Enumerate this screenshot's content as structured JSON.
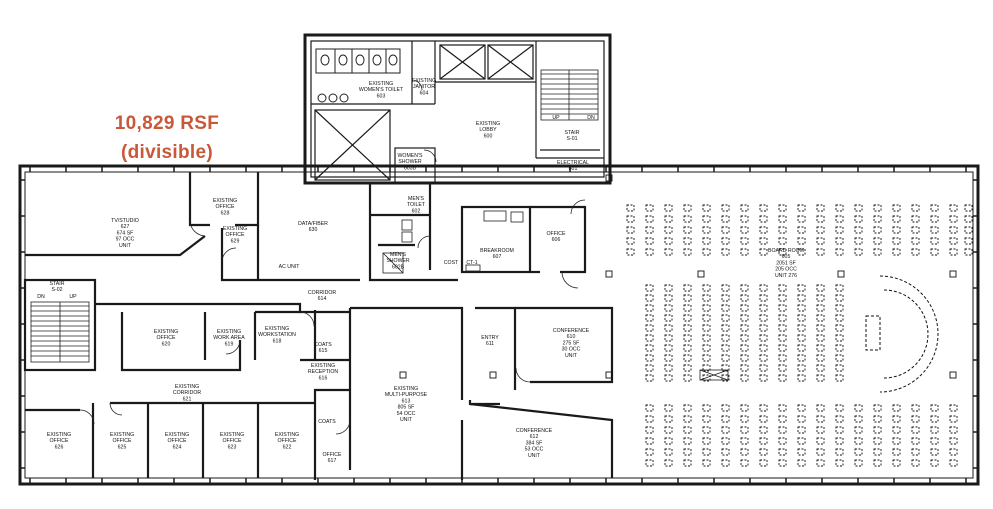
{
  "header": {
    "area": "10,829 RSF",
    "note": "(divisible)"
  },
  "rooms": [
    {
      "id": "tv",
      "lines": [
        "TV/STUDIO",
        "627",
        "674 SF",
        "97 OCC",
        "UNIT"
      ]
    },
    {
      "id": "o628",
      "lines": [
        "EXISTING",
        "OFFICE",
        "628"
      ]
    },
    {
      "id": "o629",
      "lines": [
        "EXISTING",
        "OFFICE",
        "629"
      ]
    },
    {
      "id": "data",
      "lines": [
        "DATA/FIBER",
        "630"
      ]
    },
    {
      "id": "acunit",
      "lines": [
        "AC UNIT"
      ]
    },
    {
      "id": "wtoilet",
      "lines": [
        "EXISTING",
        "WOMEN'S TOILET",
        "603"
      ]
    },
    {
      "id": "janitor",
      "lines": [
        "EXISTING",
        "JANITOR",
        "604"
      ]
    },
    {
      "id": "lobby",
      "lines": [
        "EXISTING",
        "LOBBY",
        "600"
      ]
    },
    {
      "id": "stair1",
      "lines": [
        "STAIR",
        "S-01"
      ]
    },
    {
      "id": "up1",
      "lines": [
        "UP"
      ]
    },
    {
      "id": "dn1",
      "lines": [
        "DN"
      ]
    },
    {
      "id": "electrical",
      "lines": [
        "ELECTRICAL",
        "601"
      ]
    },
    {
      "id": "wshower",
      "lines": [
        "WOMEN'S",
        "SHOWER",
        "603B"
      ]
    },
    {
      "id": "mtoilet",
      "lines": [
        "MEN'S",
        "TOILET",
        "602"
      ]
    },
    {
      "id": "mshower",
      "lines": [
        "MEN'S",
        "SHOWER",
        "602B"
      ]
    },
    {
      "id": "breakroom",
      "lines": [
        "BREAKROOM",
        "607"
      ]
    },
    {
      "id": "o606",
      "lines": [
        "OFFICE",
        "606"
      ]
    },
    {
      "id": "boardroom",
      "lines": [
        "BOARD ROOM",
        "605",
        "2051 SF",
        "205 OCC",
        "UNIT 276"
      ]
    },
    {
      "id": "stair2",
      "lines": [
        "STAIR",
        "S-02"
      ]
    },
    {
      "id": "dn2",
      "lines": [
        "DN"
      ]
    },
    {
      "id": "up2",
      "lines": [
        "UP"
      ]
    },
    {
      "id": "corr614",
      "lines": [
        "CORRIDOR",
        "614"
      ]
    },
    {
      "id": "o620",
      "lines": [
        "EXISTING",
        "OFFICE",
        "620"
      ]
    },
    {
      "id": "wa619",
      "lines": [
        "EXISTING",
        "WORK AREA",
        "619"
      ]
    },
    {
      "id": "ws618",
      "lines": [
        "EXISTING",
        "WORKSTATION",
        "618"
      ]
    },
    {
      "id": "coats615",
      "lines": [
        "COATS",
        "615"
      ]
    },
    {
      "id": "rec616",
      "lines": [
        "EXISTING",
        "RECEPTION",
        "616"
      ]
    },
    {
      "id": "multi",
      "lines": [
        "EXISTING",
        "MULTI-PURPOSE",
        "613",
        "805 SF",
        "54 OCC",
        "UNIT"
      ]
    },
    {
      "id": "entry",
      "lines": [
        "ENTRY",
        "611"
      ]
    },
    {
      "id": "conf610",
      "lines": [
        "CONFERENCE",
        "610",
        "275 SF",
        "30 OCC",
        "UNIT"
      ]
    },
    {
      "id": "conf612",
      "lines": [
        "CONFERENCE",
        "612",
        "384 SF",
        "53 OCC",
        "UNIT"
      ]
    },
    {
      "id": "corr621",
      "lines": [
        "EXISTING",
        "CORRIDOR",
        "621"
      ]
    },
    {
      "id": "o626",
      "lines": [
        "EXISTING",
        "OFFICE",
        "626"
      ]
    },
    {
      "id": "o625",
      "lines": [
        "EXISTING",
        "OFFICE",
        "625"
      ]
    },
    {
      "id": "o624",
      "lines": [
        "EXISTING",
        "OFFICE",
        "624"
      ]
    },
    {
      "id": "o623",
      "lines": [
        "EXISTING",
        "OFFICE",
        "623"
      ]
    },
    {
      "id": "o622",
      "lines": [
        "EXISTING",
        "OFFICE",
        "622"
      ]
    },
    {
      "id": "coats",
      "lines": [
        "COATS"
      ]
    },
    {
      "id": "o617",
      "lines": [
        "OFFICE",
        "617"
      ]
    },
    {
      "id": "cost",
      "lines": [
        "COST"
      ]
    },
    {
      "id": "ct",
      "lines": [
        "CT-1"
      ]
    }
  ]
}
